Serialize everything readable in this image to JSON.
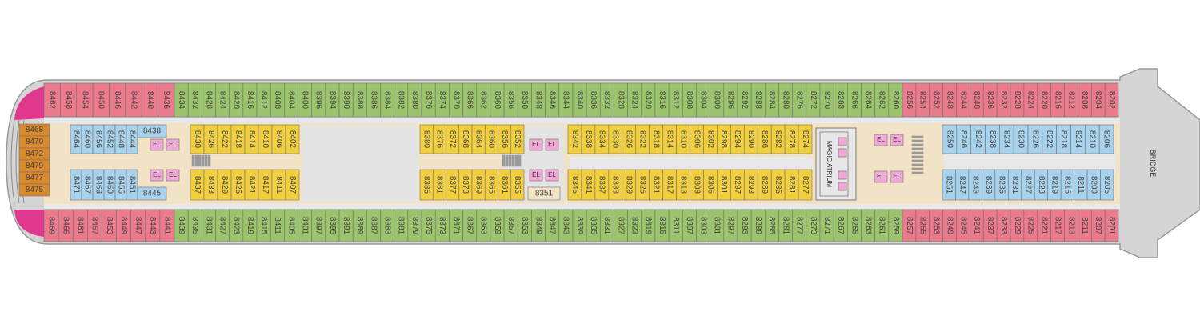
{
  "labels": {
    "bridge": "BRIDGE",
    "atrium": "MAGIC ATRIUM",
    "elevator": "EL"
  },
  "colors": {
    "hull": "#d5d5d5",
    "interior": "#f3e3c6",
    "corridor": "#ececec",
    "green": "#9cc46c",
    "red": "#ea7a8c",
    "yellow": "#f2cf3f",
    "blue": "#a9d3ec",
    "orange": "#d98a2f",
    "magenta": "#e0378f",
    "pink": "#f2a7d6"
  },
  "cabins": {
    "top_outer": {
      "red_left": [
        "8462",
        "8458",
        "8454",
        "8450",
        "8446",
        "8442",
        "8440",
        "8436"
      ],
      "green": [
        "8434",
        "8432",
        "8428",
        "8424",
        "8420",
        "8416",
        "8412",
        "8408",
        "8404",
        "8400",
        "8396",
        "8394",
        "8390",
        "8388",
        "8386",
        "8384",
        "8382",
        "8380",
        "8376",
        "8374",
        "8370",
        "8366",
        "8362",
        "8360",
        "8356",
        "8350",
        "8348",
        "8346",
        "8344",
        "8340",
        "8336",
        "8332",
        "8328",
        "8324",
        "8320",
        "8316",
        "8312",
        "8308",
        "8304",
        "8300",
        "8296",
        "8292",
        "8288",
        "8284",
        "8280",
        "8276",
        "8272",
        "8270",
        "8268",
        "8266",
        "8264",
        "8262",
        "8260"
      ],
      "red_right": [
        "8256",
        "8254",
        "8252",
        "8248",
        "8244",
        "8240",
        "8236",
        "8232",
        "8228",
        "8224",
        "8220",
        "8216",
        "8212",
        "8208",
        "8204",
        "8202"
      ]
    },
    "bottom_outer": {
      "red_left": [
        "8469",
        "8465",
        "8461",
        "8457",
        "8453",
        "8449",
        "8447",
        "8443",
        "8441"
      ],
      "green": [
        "8439",
        "8435",
        "8431",
        "8427",
        "8423",
        "8419",
        "8415",
        "8411",
        "8405",
        "8401",
        "8397",
        "8395",
        "8391",
        "8389",
        "8387",
        "8383",
        "8381",
        "8379",
        "8375",
        "8373",
        "8371",
        "8367",
        "8363",
        "8359",
        "8357",
        "8353",
        "8349",
        "8347",
        "8343",
        "8339",
        "8335",
        "8331",
        "8327",
        "8323",
        "8319",
        "8315",
        "8311",
        "8307",
        "8303",
        "8301",
        "8297",
        "8293",
        "8289",
        "8285",
        "8281",
        "8277",
        "8273",
        "8271",
        "8267",
        "8265",
        "8263",
        "8261",
        "8259"
      ],
      "red_right": [
        "8257",
        "8255",
        "8253",
        "8249",
        "8245",
        "8241",
        "8237",
        "8233",
        "8229",
        "8225",
        "8221",
        "8217",
        "8213",
        "8211",
        "8207",
        "8201"
      ]
    },
    "inner_top": {
      "blue_left": [
        "8464",
        "8460",
        "8456",
        "8452",
        "8448",
        "8444"
      ],
      "yellow_a": [
        "8430",
        "8426",
        "8422",
        "8418",
        "8414",
        "8410",
        "8406",
        "8402"
      ],
      "yellow_b": [
        "8380",
        "8376",
        "8372",
        "8368",
        "8364",
        "8360",
        "8356",
        "8352"
      ],
      "yellow_c": [
        "8342",
        "8338",
        "8334",
        "8330",
        "8326",
        "8322",
        "8318",
        "8314",
        "8310",
        "8306",
        "8302",
        "8298",
        "8294",
        "8290",
        "8286",
        "8282",
        "8278",
        "8274"
      ],
      "blue_right": [
        "8250",
        "8246",
        "8242",
        "8238",
        "8234",
        "8230",
        "8226",
        "8222",
        "8218",
        "8214",
        "8210",
        "8206"
      ]
    },
    "inner_bottom": {
      "blue_left": [
        "8471",
        "8467",
        "8463",
        "8459",
        "8455",
        "8451"
      ],
      "yellow_a": [
        "8437",
        "8433",
        "8429",
        "8425",
        "8421",
        "8417",
        "8411",
        "8407"
      ],
      "yellow_b": [
        "8385",
        "8381",
        "8377",
        "8373",
        "8369",
        "8365",
        "8361",
        "8355"
      ],
      "yellow_c": [
        "8345",
        "8341",
        "8337",
        "8333",
        "8329",
        "8325",
        "8321",
        "8317",
        "8313",
        "8309",
        "8305",
        "8301",
        "8297",
        "8293",
        "8289",
        "8285",
        "8281",
        "8277"
      ],
      "blue_right": [
        "8251",
        "8247",
        "8243",
        "8239",
        "8235",
        "8231",
        "8227",
        "8223",
        "8219",
        "8215",
        "8211",
        "8209",
        "8205"
      ]
    },
    "aft_orange": [
      "8468",
      "8470",
      "8472",
      "8479",
      "8477",
      "8475"
    ],
    "specials": {
      "left_top": "8438",
      "left_bottom": "8445",
      "mid": "8351"
    }
  }
}
